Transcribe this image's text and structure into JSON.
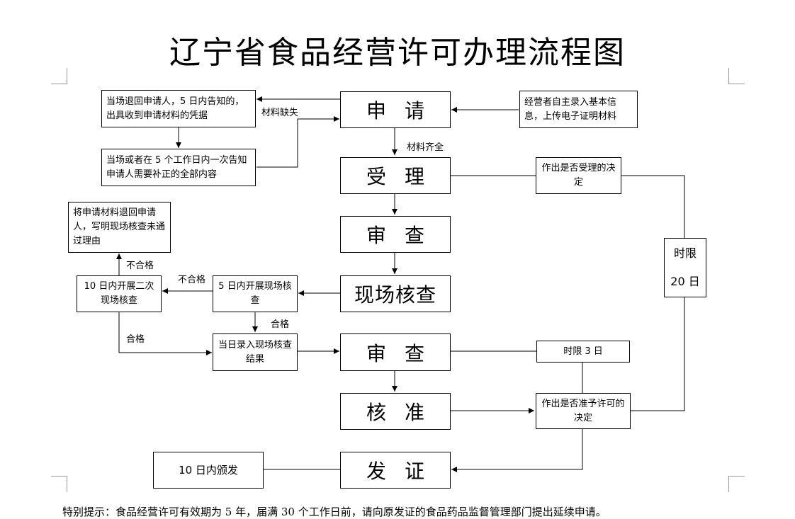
{
  "title": "辽宁省食品经营许可办理流程图",
  "steps": {
    "apply": "申请",
    "accept": "受理",
    "review1": "审查",
    "onsite": "现场核查",
    "review2": "审查",
    "approve": "核准",
    "issue": "发证"
  },
  "notes": {
    "return_applicant": "当场退回申请人，5 日内告知的，出具收到申请材料的凭据",
    "notify_supplement": "当场或者在 5 个工作日内一次告知申请人需要补正的全部内容",
    "operator_input": "经营者自主录入基本信息，上传电子证明材料",
    "accept_decision": "作出是否受理的决定",
    "return_materials": "将申请材料退回申请人，写明现场核查未通过理由",
    "second_check": "10 日内开展二次现场核查",
    "five_day_check": "5 日内开展现场核查",
    "same_day_entry": "当日录入现场核查结果",
    "limit3": "时限 3 日",
    "approve_decision": "作出是否准予许可的决定",
    "issue10": "10 日内颁发"
  },
  "time_limit": {
    "label": "时限",
    "value": "20 日"
  },
  "edge_labels": {
    "missing": "材料缺失",
    "complete": "材料齐全",
    "fail1": "不合格",
    "fail2": "不合格",
    "pass1": "合格",
    "pass2": "合格"
  },
  "footer": "特别提示：食品经营许可有效期为 5 年，届满 30 个工作日前，请向原发证的食品药品监督管理部门提出延续申请。"
}
